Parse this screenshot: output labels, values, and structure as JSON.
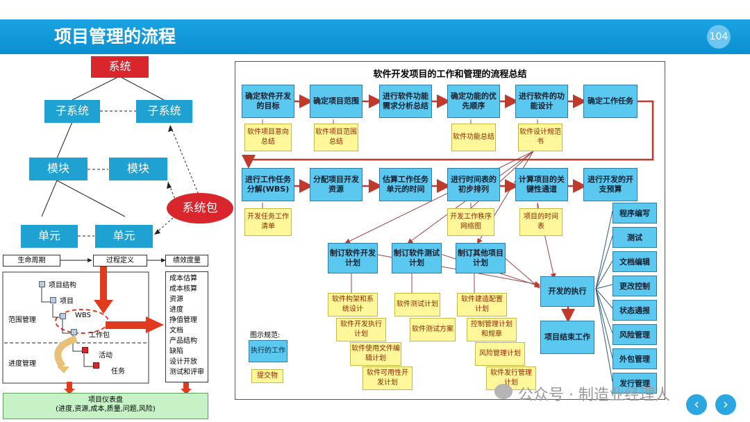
{
  "header": {
    "title": "项目管理的流程",
    "page_number": "104"
  },
  "left": {
    "system": "系统",
    "subsystem_1": "子系统",
    "subsystem_2": "子系统",
    "module_1": "模块",
    "module_2": "模块",
    "package": "系统包",
    "unit_1": "单元",
    "unit_2": "单元",
    "lifecycle": "生命周期",
    "process_def": "过程定义",
    "metrics_title": "绩效度量",
    "metrics": [
      "成本估算",
      "成本核算",
      "资源",
      "进度",
      "挣值管理",
      "文档",
      "产品结构",
      "缺陷",
      "设计开放",
      "测试和评审"
    ],
    "tree": {
      "project_structure": "项目结构",
      "project": "项目",
      "wbs": "WBS",
      "work_package": "工作包",
      "activity": "活动",
      "task": "任务"
    },
    "scope_mgmt": "范围管理",
    "schedule_mgmt": "进度管理",
    "dashboard_title": "项目仪表盘",
    "dashboard_sub": "(进度,资源,成本,质量,问题,风险)"
  },
  "right": {
    "title": "软件开发项目的工作和管理的流程总结",
    "row1": [
      "确定软件开发的目标",
      "确定项目范围",
      "进行软件功能需求分析总结",
      "确定功能的优先顺序",
      "进行软件的功能设计",
      "确定工作任务"
    ],
    "notes1": [
      "软件项目意向总结",
      "软件项目范围总结",
      "软件功能总结",
      "软件设计规范书"
    ],
    "row2": [
      "进行工作任务分解(WBS)",
      "分配项目开发资源",
      "估算工作任务单元的时间",
      "进行时间表的初步排列",
      "计算项目的关键性通道",
      "进行开发的开支预算"
    ],
    "notes2": [
      "开发任务工作清单",
      "开发工作秩序网络图",
      "项目的时间表"
    ],
    "plans": [
      "制订软件开发计划",
      "制订软件测试计划",
      "制订其他项目计划"
    ],
    "plan_notes_a": [
      "软件构架和系统设计",
      "软件开发执行计划",
      "软件使用文件编辑计划",
      "软件可用性开发计划"
    ],
    "plan_notes_b": [
      "软件测试计划",
      "软件测试方案"
    ],
    "plan_notes_c": [
      "软件建造配置计划",
      "控制管理计划和规章",
      "风险管理计划",
      "软件发行管理计划"
    ],
    "execution": "开发的执行",
    "closure": "项目结束工作",
    "right_list": [
      "程序编写",
      "测试",
      "文档编辑",
      "更改控制",
      "状态通报",
      "风险管理",
      "外包管理",
      "发行管理"
    ],
    "legend_title": "图示规范:",
    "legend_work": "执行的工作",
    "legend_deliv": "提交物"
  },
  "watermark": "公众号 · 制造业经理人",
  "nav": {
    "prev": "‹",
    "next": "›"
  },
  "colors": {
    "header": "#0b8fd1",
    "red": "#d9262c",
    "cyan": "#1fa2d2",
    "box": "#5bc8f0",
    "note": "#fff79a",
    "arrow": "#c0392b"
  }
}
